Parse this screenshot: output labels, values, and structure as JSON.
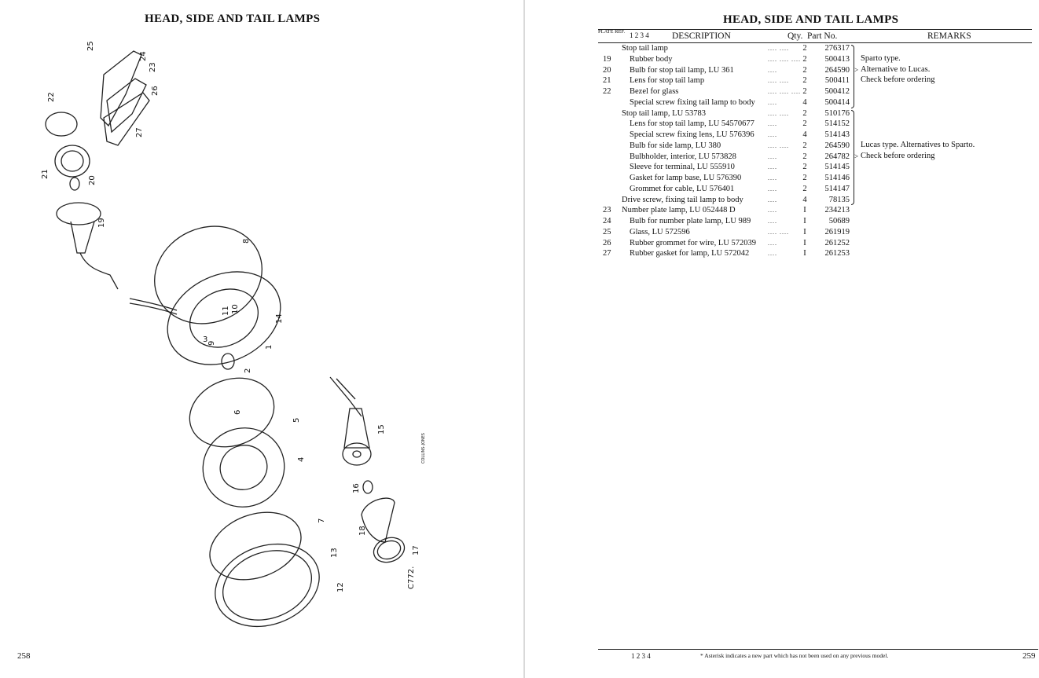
{
  "left_page": {
    "title": "HEAD, SIDE AND TAIL LAMPS",
    "page_number": "258",
    "drawing": {
      "callouts": [
        "25",
        "24",
        "23",
        "26",
        "27",
        "22",
        "21",
        "20",
        "19",
        "8",
        "11",
        "10",
        "14",
        "3",
        "9",
        "1",
        "2",
        "6",
        "5",
        "4",
        "7",
        "13",
        "12",
        "15",
        "16",
        "18",
        "17"
      ],
      "credit": "COLLINS-JONES",
      "plate_code": "C772."
    }
  },
  "right_page": {
    "title": "HEAD, SIDE AND TAIL LAMPS",
    "page_number": "259",
    "header": {
      "plate_ref": "PLATE REF.",
      "cols": "1 2 3 4",
      "description": "DESCRIPTION",
      "qty": "Qty.",
      "part_no": "Part No.",
      "remarks": "REMARKS"
    },
    "rows": [
      {
        "ref": "",
        "desc": "Stop tail lamp",
        "indent": false,
        "dots": "....    ....",
        "qty": "2",
        "part": "276317"
      },
      {
        "ref": "19",
        "desc": "Rubber body",
        "indent": true,
        "dots": "....    ....    ....",
        "qty": "2",
        "part": "500413"
      },
      {
        "ref": "20",
        "desc": "Bulb for stop tail lamp, LU 361",
        "indent": true,
        "dots": "....",
        "qty": "2",
        "part": "264590"
      },
      {
        "ref": "21",
        "desc": "Lens for stop tail lamp",
        "indent": true,
        "dots": "....    ....",
        "qty": "2",
        "part": "500411"
      },
      {
        "ref": "22",
        "desc": "Bezel for glass",
        "indent": true,
        "dots": "....    ....    ....",
        "qty": "2",
        "part": "500412"
      },
      {
        "ref": "",
        "desc": "Special screw fixing tail lamp to body",
        "indent": true,
        "dots": "....",
        "qty": "4",
        "part": "500414"
      },
      {
        "ref": "",
        "desc": "Stop tail lamp, LU 53783",
        "indent": false,
        "dots": "....    ....",
        "qty": "2",
        "part": "510176"
      },
      {
        "ref": "",
        "desc": "Lens for stop tail lamp, LU 54570677",
        "indent": true,
        "dots": "....",
        "qty": "2",
        "part": "514152"
      },
      {
        "ref": "",
        "desc": "Special screw fixing lens, LU 576396",
        "indent": true,
        "dots": "....",
        "qty": "4",
        "part": "514143"
      },
      {
        "ref": "",
        "desc": "Bulb for side lamp, LU 380",
        "indent": true,
        "dots": "....    ....",
        "qty": "2",
        "part": "264590"
      },
      {
        "ref": "",
        "desc": "Bulbholder, interior, LU 573828",
        "indent": true,
        "dots": "....",
        "qty": "2",
        "part": "264782"
      },
      {
        "ref": "",
        "desc": "Sleeve for terminal, LU 555910",
        "indent": true,
        "dots": "....",
        "qty": "2",
        "part": "514145"
      },
      {
        "ref": "",
        "desc": "Gasket for lamp base, LU 576390",
        "indent": true,
        "dots": "....",
        "qty": "2",
        "part": "514146"
      },
      {
        "ref": "",
        "desc": "Grommet for cable, LU 576401",
        "indent": true,
        "dots": "....",
        "qty": "2",
        "part": "514147"
      },
      {
        "ref": "",
        "desc": "Drive screw, fixing tail lamp to body",
        "indent": false,
        "dots": "....",
        "qty": "4",
        "part": "78135"
      },
      {
        "ref": "23",
        "desc": "Number plate lamp, LU 052448 D",
        "indent": false,
        "dots": "....",
        "qty": "I",
        "part": "234213"
      },
      {
        "ref": "24",
        "desc": "Bulb for number plate lamp, LU 989",
        "indent": true,
        "dots": "....",
        "qty": "I",
        "part": "50689"
      },
      {
        "ref": "25",
        "desc": "Glass, LU 572596",
        "indent": true,
        "dots": "....    ....",
        "qty": "I",
        "part": "261919"
      },
      {
        "ref": "26",
        "desc": "Rubber grommet for wire, LU 572039",
        "indent": true,
        "dots": "....",
        "qty": "I",
        "part": "261252"
      },
      {
        "ref": "27",
        "desc": "Rubber gasket for lamp, LU 572042",
        "indent": true,
        "dots": "....",
        "qty": "I",
        "part": "261253"
      }
    ],
    "remarks_group1": [
      "Sparto type.",
      "Alternative to Lucas.",
      "Check before ordering"
    ],
    "remarks_group2": [
      "Lucas type.  Alternatives to Sparto.",
      "Check before ordering"
    ],
    "footer": {
      "cols": "1 2 3 4",
      "note": "* Asterisk indicates a new part which has not been used on any previous model."
    }
  }
}
